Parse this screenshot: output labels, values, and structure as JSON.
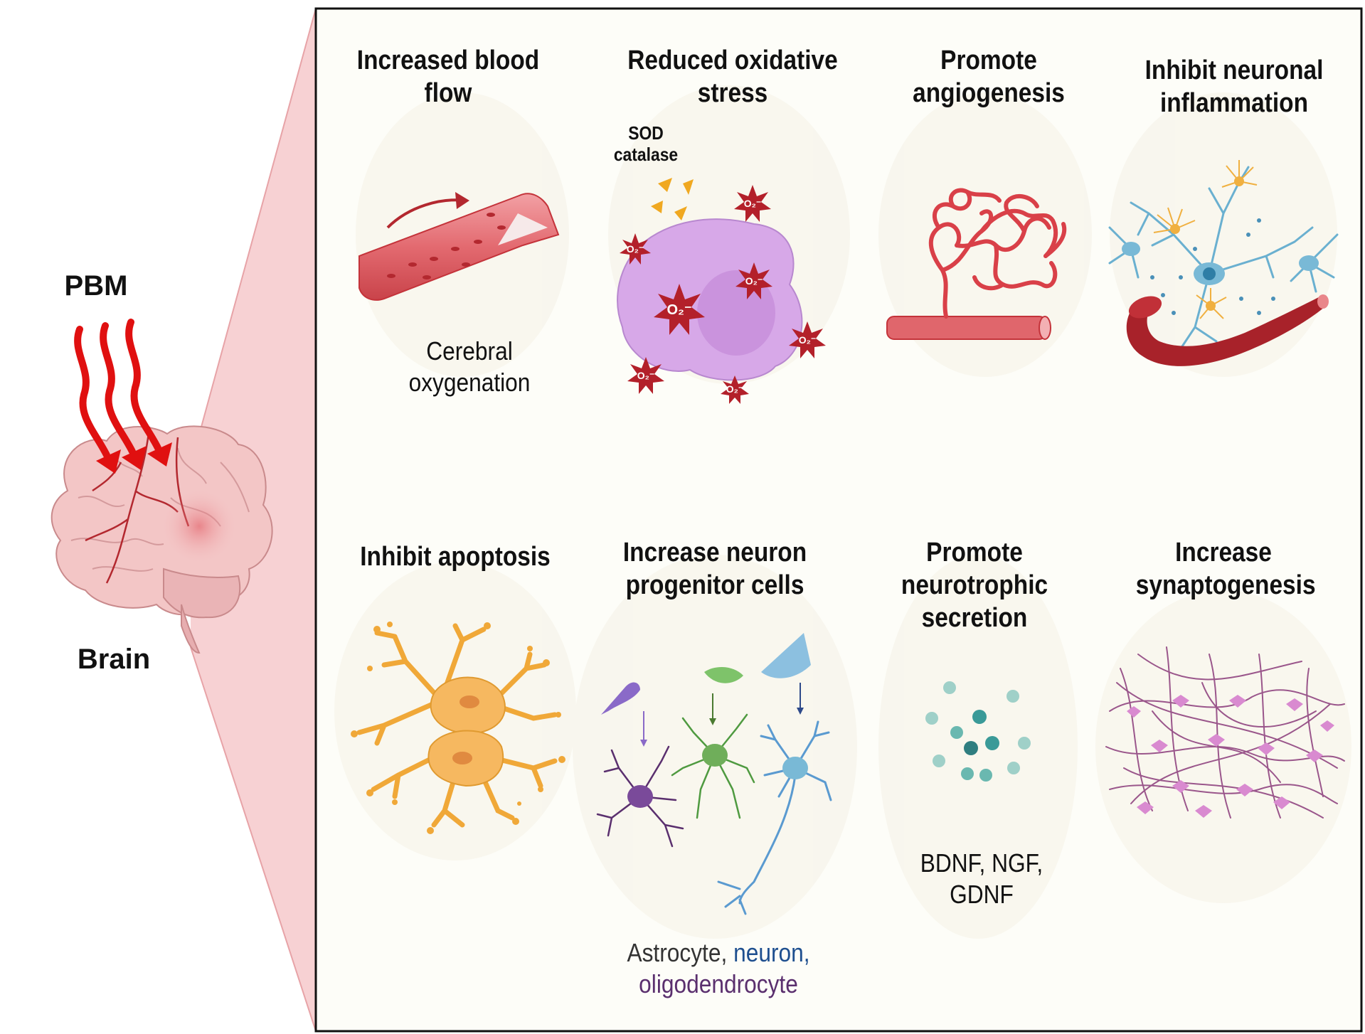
{
  "left": {
    "pbm_label": "PBM",
    "brain_label": "Brain"
  },
  "panels": [
    {
      "title_l1": "Increased blood",
      "title_l2": "flow",
      "note_l1": "Cerebral",
      "note_l2": "oxygenation"
    },
    {
      "title_l1": "Reduced oxidative",
      "title_l2": "stress",
      "note_l1": "SOD",
      "note_l2": "catalase",
      "ros_label": "O₂⁻"
    },
    {
      "title_l1": "Promote",
      "title_l2": "angiogenesis"
    },
    {
      "title_l1": "Inhibit neuronal",
      "title_l2": "inflammation"
    },
    {
      "title_l1": "Inhibit apoptosis"
    },
    {
      "title_l1": "Increase neuron",
      "title_l2": "progenitor cells",
      "cells_l1_a": "Astrocyte, ",
      "cells_l1_b": "neuron,",
      "cells_l2": "oligodendrocyte"
    },
    {
      "title_l1": "Promote",
      "title_l2": "neurotrophic",
      "title_l3": "secretion",
      "note_l1": "BDNF, NGF,",
      "note_l2": "GDNF"
    },
    {
      "title_l1": "Increase",
      "title_l2": "synaptogenesis"
    }
  ],
  "colors": {
    "frame": "#111111",
    "panel_bg": "#fdfdf8",
    "funnel": "#f6c9cb",
    "pbm_arrow": "#e01010",
    "blood_vessel": "#d9434a",
    "vessel_dark": "#b3282f",
    "ros": "#b3202a",
    "cell_purple": "#d7a8e8",
    "neuron_blue": "#79b9d6",
    "apoptosis_orange": "#f0b050",
    "neurotrophic_teal": "#3a9a98",
    "synapse_purple": "#8a3a7a",
    "astrocyte_text": "#333333",
    "neuron_text": "#1e4f8f",
    "oligo_text": "#5a2f6e"
  }
}
